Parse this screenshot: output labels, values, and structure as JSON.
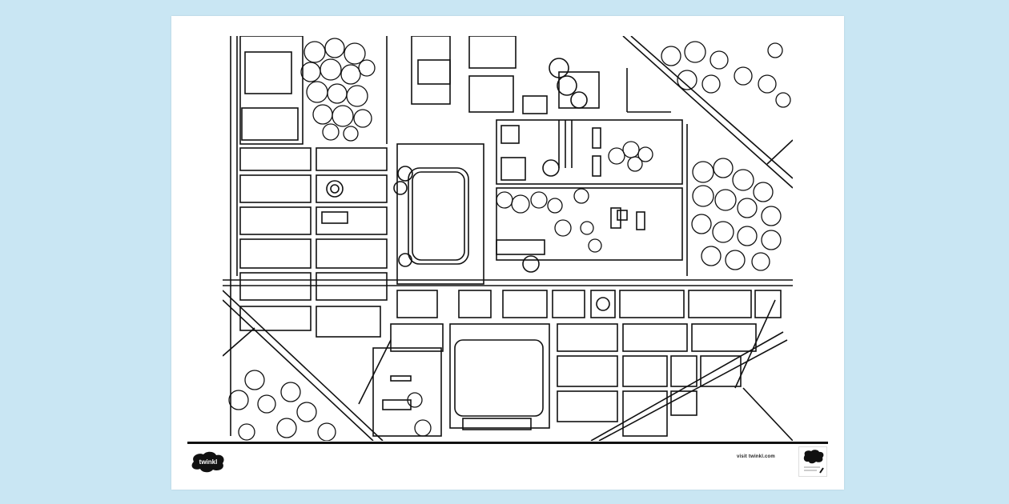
{
  "page": {
    "background_color": "#c9e6f3",
    "paper_color": "#ffffff",
    "line_color": "#111111"
  },
  "worksheet": {
    "type": "colouring-page",
    "subject": "city-map"
  },
  "footer": {
    "left_logo_text": "twinkl",
    "site_text": "visit twinkl.com",
    "right_logo_text": "twinkl"
  }
}
